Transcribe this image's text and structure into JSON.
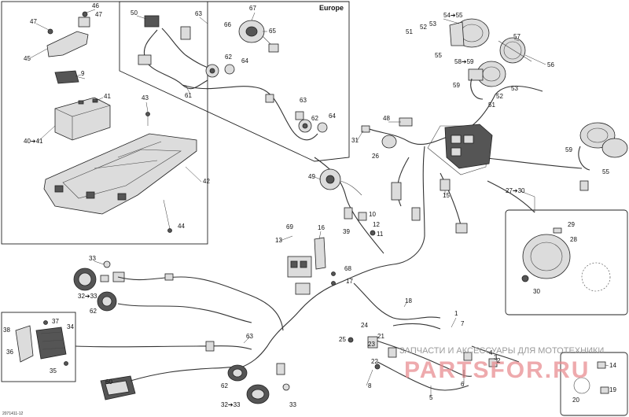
{
  "region_label": "Europe",
  "doc_code": "2071411-12",
  "watermark": {
    "line1": "ЗАПЧАСТИ И АКСЕССУАРЫ ДЛЯ МОТОТЕХНИКИ",
    "line2": "PARTSFOR.RU"
  },
  "callouts": {
    "c46": "46",
    "c47a": "47",
    "c47b": "47",
    "c45": "45",
    "c9": "9",
    "c41": "41",
    "c43": "43",
    "c40_41": "40➔41",
    "c42": "42",
    "c44": "44",
    "c50": "50",
    "c63a": "63",
    "c66": "66",
    "c67": "67",
    "c65": "65",
    "c62a": "62",
    "c64a": "64",
    "c61": "61",
    "c63b": "63",
    "c62b": "62",
    "c64b": "64",
    "c51a": "51",
    "c52a": "52",
    "c53a": "53",
    "c54_55": "54➔55",
    "c55a": "55",
    "c57": "57",
    "c56": "56",
    "c58_59": "58➔59",
    "c59a": "59",
    "c53b": "53",
    "c52b": "52",
    "c51b": "51",
    "c48": "48",
    "c31": "31",
    "c26": "26",
    "c49": "49",
    "c15": "15",
    "c59b": "59",
    "c55b": "55",
    "c27_30": "27➔30",
    "c29": "29",
    "c28": "28",
    "c30": "30",
    "c10": "10",
    "c39": "39",
    "c12": "12",
    "c11": "11",
    "c13": "13",
    "c69": "69",
    "c16": "16",
    "c68": "68",
    "c17": "17",
    "c18": "18",
    "c33a": "33",
    "c32_33a": "32➔33",
    "c62c": "62",
    "c38": "38",
    "c37": "37",
    "c34": "34",
    "c36": "36",
    "c35": "35",
    "c63c": "63",
    "c60": "60",
    "c62d": "62",
    "c32_33b": "32➔33",
    "c33b": "33",
    "c24": "24",
    "c21": "21",
    "c25": "25",
    "c23": "23",
    "c22": "22",
    "c8": "8",
    "c7": "7",
    "c6": "6",
    "c5": "5",
    "c1": "1",
    "c2": "2",
    "c3": "3",
    "c4": "4",
    "c14": "14",
    "c19": "19",
    "c20": "20"
  }
}
